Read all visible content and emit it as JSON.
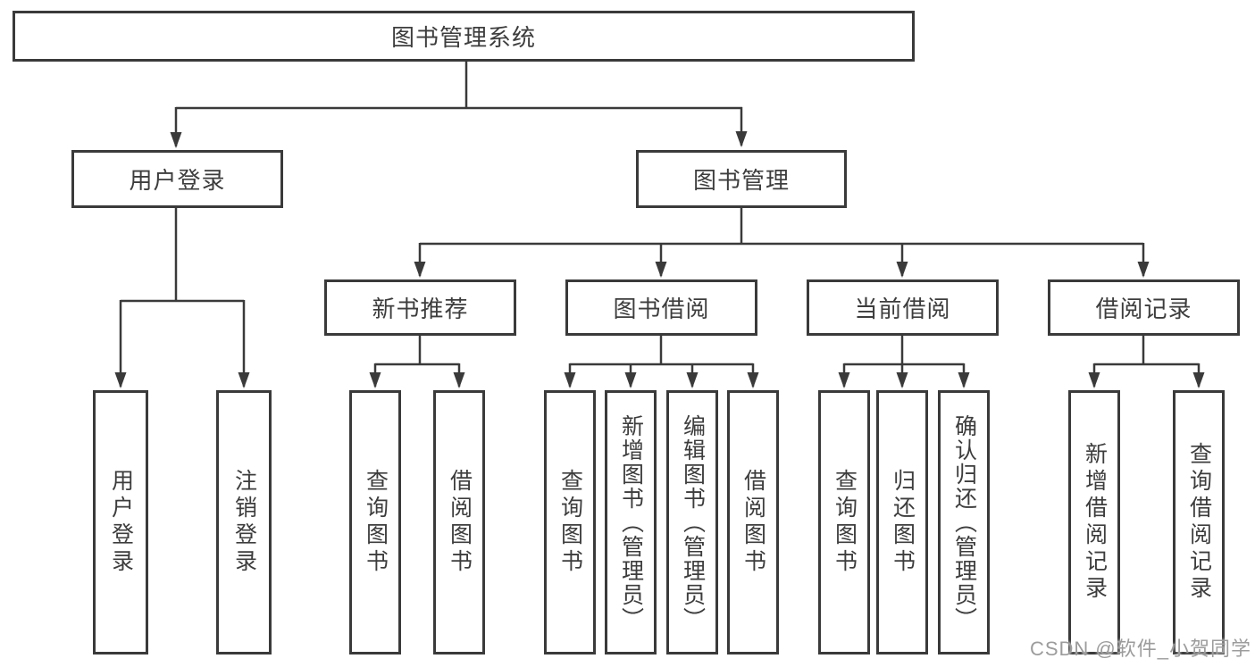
{
  "tree": {
    "label": "图书管理系统",
    "children": [
      {
        "label": "用户登录",
        "children": [
          {
            "label": "用户登录"
          },
          {
            "label": "注销登录"
          }
        ]
      },
      {
        "label": "图书管理",
        "children": [
          {
            "label": "新书推荐",
            "children": [
              {
                "label": "查询图书"
              },
              {
                "label": "借阅图书"
              }
            ]
          },
          {
            "label": "图书借阅",
            "children": [
              {
                "label": "查询图书"
              },
              {
                "label": "新增图书（管理员）"
              },
              {
                "label": "编辑图书（管理员）"
              },
              {
                "label": "借阅图书"
              }
            ]
          },
          {
            "label": "当前借阅",
            "children": [
              {
                "label": "查询图书"
              },
              {
                "label": "归还图书"
              },
              {
                "label": "确认归还（管理员）"
              }
            ]
          },
          {
            "label": "借阅记录",
            "children": [
              {
                "label": "新增借阅记录"
              },
              {
                "label": "查询借阅记录"
              }
            ]
          }
        ]
      }
    ]
  },
  "watermark": {
    "text": "CSDN @软件_小贺同学"
  },
  "colors": {
    "line": "#3a3a3a",
    "text": "#3d3d3d",
    "watermark": "#9c9c9c",
    "background": "#ffffff"
  }
}
